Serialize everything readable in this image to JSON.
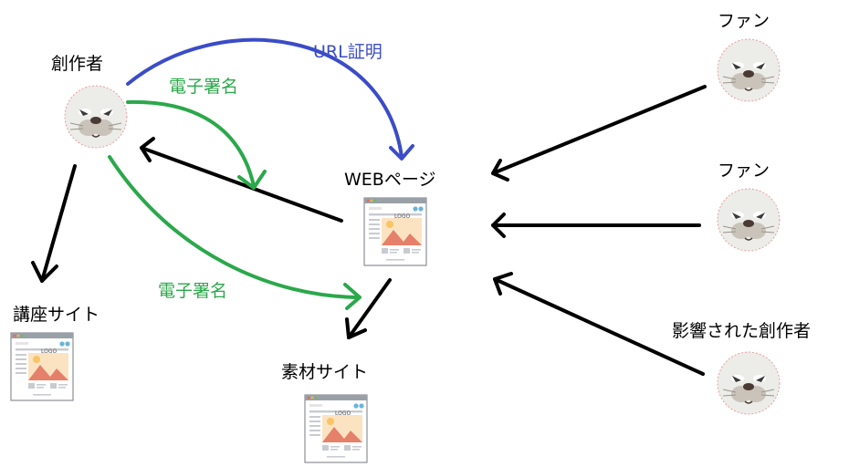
{
  "nodes": {
    "creator": {
      "label": "創作者"
    },
    "webpage": {
      "label": "WEBページ"
    },
    "course_site": {
      "label": "講座サイト"
    },
    "material_site": {
      "label": "素材サイト"
    },
    "fan_top": {
      "label": "ファン"
    },
    "fan_mid": {
      "label": "ファン"
    },
    "influenced": {
      "label": "影響された創作者"
    }
  },
  "edges": {
    "url_proof": {
      "label": "URL証明",
      "color": "#3b4cc8"
    },
    "signature_top": {
      "label": "電子署名",
      "color": "#2aa84a"
    },
    "signature_bottom": {
      "label": "電子署名",
      "color": "#2aa84a"
    }
  },
  "page_logo_text": "LOGO",
  "colors": {
    "arrow": "#000000",
    "green": "#2aa84a",
    "blue": "#3b4cc8"
  }
}
